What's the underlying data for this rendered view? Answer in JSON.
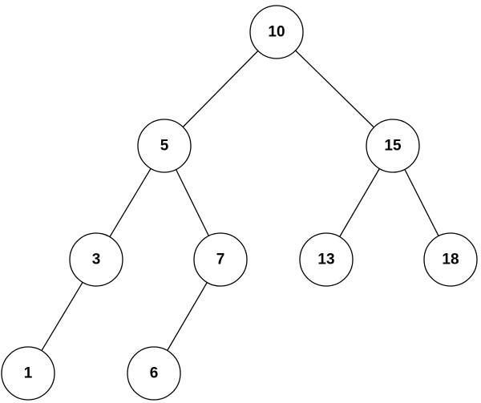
{
  "tree": {
    "nodes": [
      {
        "id": "n10",
        "label": "10"
      },
      {
        "id": "n5",
        "label": "5"
      },
      {
        "id": "n15",
        "label": "15"
      },
      {
        "id": "n3",
        "label": "3"
      },
      {
        "id": "n7",
        "label": "7"
      },
      {
        "id": "n13",
        "label": "13"
      },
      {
        "id": "n18",
        "label": "18"
      },
      {
        "id": "n1",
        "label": "1"
      },
      {
        "id": "n6",
        "label": "6"
      }
    ],
    "edges": [
      {
        "from": "n10",
        "to": "n5"
      },
      {
        "from": "n10",
        "to": "n15"
      },
      {
        "from": "n5",
        "to": "n3"
      },
      {
        "from": "n5",
        "to": "n7"
      },
      {
        "from": "n15",
        "to": "n13"
      },
      {
        "from": "n15",
        "to": "n18"
      },
      {
        "from": "n3",
        "to": "n1"
      },
      {
        "from": "n7",
        "to": "n6"
      }
    ]
  }
}
